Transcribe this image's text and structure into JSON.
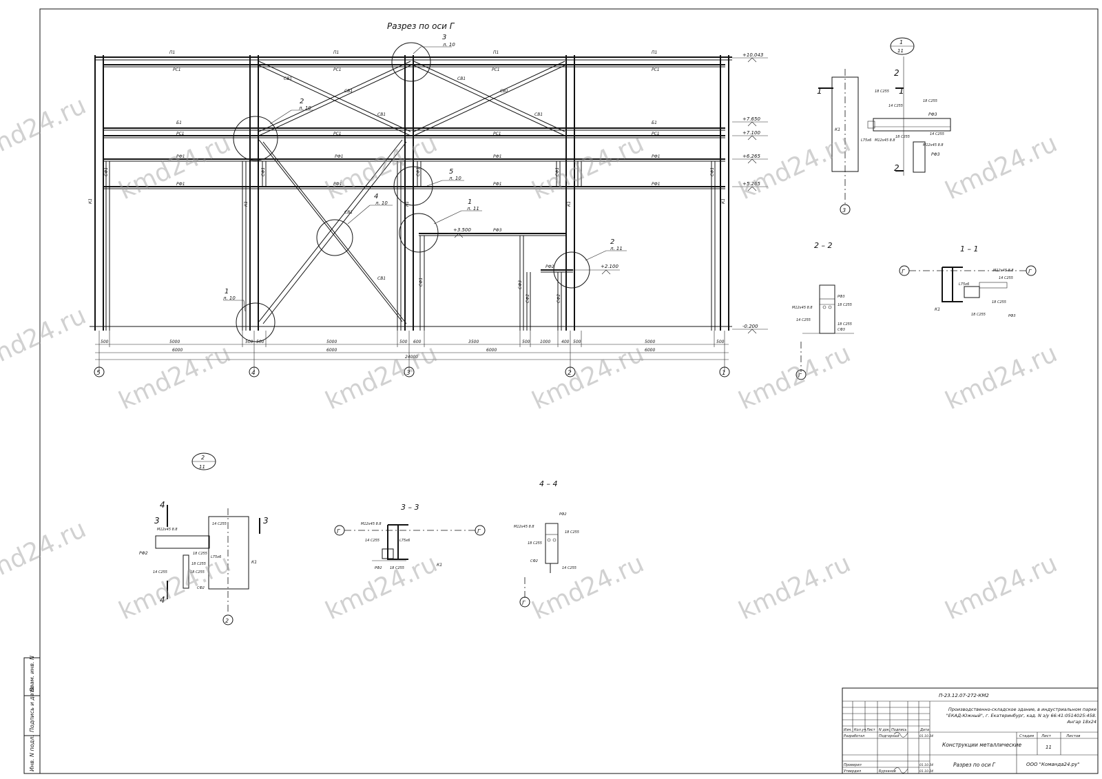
{
  "main_section": {
    "title": "Разрез по оси Г",
    "axes": [
      "5",
      "4",
      "3",
      "2",
      "1"
    ],
    "elevations": [
      "+10.043",
      "+7.650",
      "+7.100",
      "+6.265",
      "+5.265",
      "+3.500",
      "+2.100",
      "-0.200"
    ],
    "spans_total": "24000",
    "spans": [
      "6000",
      "6000",
      "6000",
      "6000"
    ],
    "sub_dims": [
      "500",
      "5000",
      "500",
      "500",
      "5000",
      "500",
      "600",
      "3500",
      "500",
      "1000",
      "400",
      "500",
      "5000",
      "500"
    ],
    "member_labels": {
      "p1": "П1",
      "rs1": "РС1",
      "b1": "Б1",
      "rf1": "РФ1",
      "rf3": "РФ3",
      "rf2": "РФ2",
      "sv1": "СВ1",
      "sf1": "СФ1",
      "sf2": "СФ2",
      "sf3": "СФ3",
      "k1": "К1"
    },
    "callouts": [
      {
        "num": "3",
        "sheet": "л. 10"
      },
      {
        "num": "2",
        "sheet": "л. 10"
      },
      {
        "num": "5",
        "sheet": "л. 10"
      },
      {
        "num": "4",
        "sheet": "л. 10"
      },
      {
        "num": "1",
        "sheet": "л. 11"
      },
      {
        "num": "2",
        "sheet": "л. 11"
      },
      {
        "num": "1",
        "sheet": "л. 10"
      }
    ]
  },
  "detail_node_1": {
    "num": "1",
    "sheet": "11",
    "axis": "3",
    "cut_1": "1",
    "cut_2": "2"
  },
  "detail_node_2": {
    "num": "2",
    "sheet": "11",
    "axis": "2",
    "cut_3": "3",
    "cut_4": "4"
  },
  "section_titles": {
    "s22": "2 – 2",
    "s11": "1 – 1",
    "s33": "3 – 3",
    "s44": "4 – 4"
  },
  "detail_labels": {
    "c18": "18 С255",
    "c14": "14 С255",
    "angle": "L75х6",
    "bolt": "М12х45 8.8",
    "rf3": "РФ3",
    "rf2": "РФ2",
    "sf3": "СФ3",
    "sf2": "СФ2",
    "k1": "К1",
    "axis_g": "Г"
  },
  "side_stamp": [
    "Инв. N подл.",
    "Подпись и дата",
    "Взам. инв. N"
  ],
  "title_block": {
    "doc_code": "П-23.12.07-272-КМ2",
    "object": "Производственно-складское здание, в индустриальном парке \"ЕКАД-Южный\", г. Екатеринбург, кад. N з/у 66:41:0514025:458. Ангар 18х24",
    "col_headers": [
      "Изм.",
      "Кол.уч",
      "Лист",
      "N док.",
      "Подпись",
      "Дата"
    ],
    "roles": [
      {
        "role": "Разработал",
        "name": "Подгорный",
        "date": "01.10.24"
      },
      {
        "role": "Проверил",
        "name": "",
        "date": "01.10.24"
      },
      {
        "role": "Утвердил",
        "name": "Бурханов",
        "date": "01.10.24"
      }
    ],
    "section": "Конструкции металлические",
    "sheet_title": "Разрез по оси Г",
    "stage_label": "Стадия",
    "sheet_label": "Лист",
    "sheets_label": "Листов",
    "sheet_num": "11",
    "company": "ООО \"Команда24.ру\""
  },
  "watermark": "kmd24.ru"
}
